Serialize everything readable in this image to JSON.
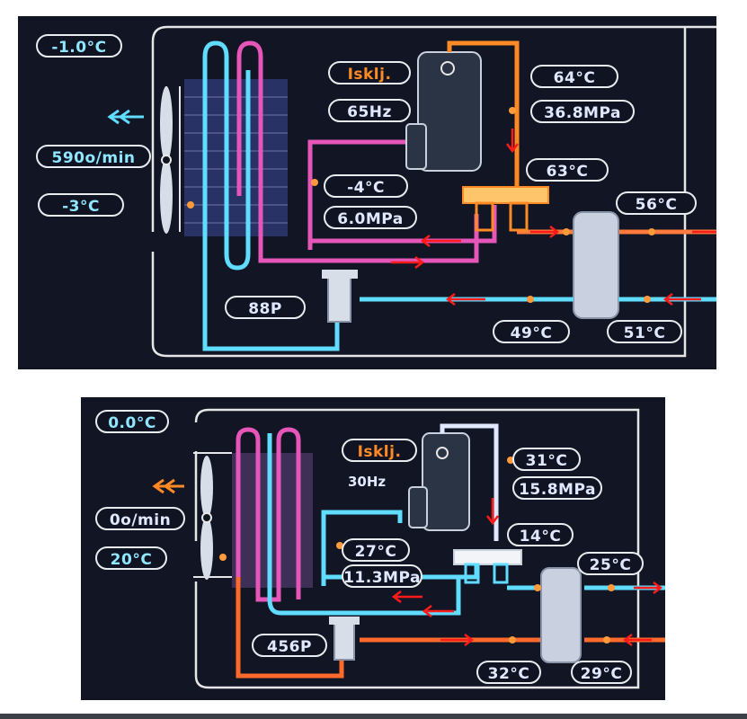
{
  "top": {
    "mode_label": "Isklj.",
    "frequency": "65Hz",
    "outdoor_temp": "-1.0°C",
    "fan_speed": "590o/min",
    "coil_temp": "-3°C",
    "discharge_temp": "64°C",
    "discharge_pressure": "36.8MPa",
    "suction_temp": "-4°C",
    "suction_pressure": "6.0MPa",
    "valve_temp": "63°C",
    "hx_out_temp": "56°C",
    "expansion_steps": "88P",
    "liquid_temp": "49°C",
    "water_return_temp": "51°C"
  },
  "bottom": {
    "mode_label": "Isklj.",
    "frequency": "30Hz",
    "outdoor_temp": "0.0°C",
    "fan_speed": "0o/min",
    "coil_temp": "20°C",
    "discharge_temp": "31°C",
    "discharge_pressure": "15.8MPa",
    "suction_temp": "27°C",
    "suction_pressure": "11.3MPa",
    "valve_temp": "14°C",
    "hx_out_temp": "25°C",
    "expansion_steps": "456P",
    "liquid_temp": "32°C",
    "water_return_temp": "29°C"
  },
  "colors": {
    "cold": "#5fdcff",
    "hot": "#ff8a24",
    "suction": "#e655b8",
    "arrow": "#ff1a1a"
  },
  "icons": [
    "fan-icon",
    "compressor-icon",
    "expansion-valve-icon",
    "heat-exchanger-icon",
    "airflow-arrow-icon",
    "flow-arrow-icon"
  ]
}
